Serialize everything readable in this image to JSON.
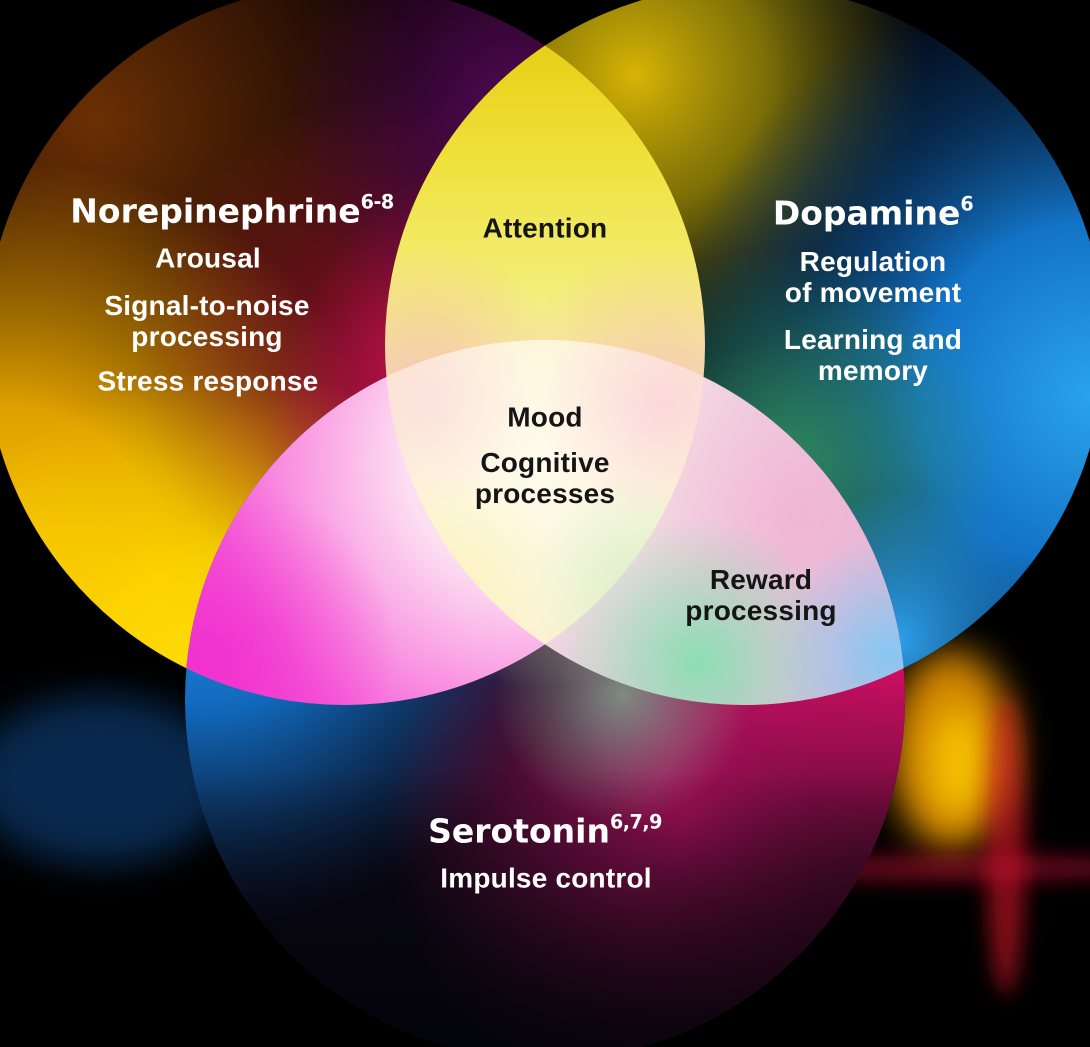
{
  "venn": {
    "background_color": "#000000",
    "text_dark": "#151515",
    "text_light": "#ffffff",
    "circles": [
      {
        "id": "norepinephrine",
        "title": "Norepinephrine",
        "superscript": "6-8",
        "items": [
          "Arousal",
          "Signal-to-noise\nprocessing",
          "Stress response"
        ],
        "colors": {
          "yellow": "#ffe40a",
          "gold": "#f7c400",
          "magenta": "#ee1673",
          "brown": "#6b3004",
          "purple": "#5a0a62"
        }
      },
      {
        "id": "dopamine",
        "title": "Dopamine",
        "superscript": "6",
        "items": [
          "Regulation\nof movement",
          "Learning and\nmemory"
        ],
        "colors": {
          "azure": "#2aa3ec",
          "navy": "#1373c6",
          "green": "#349460",
          "gold": "#d8b406"
        }
      },
      {
        "id": "serotonin",
        "title": "Serotonin",
        "superscript": "6,7,9",
        "items": [
          "Impulse control"
        ],
        "colors": {
          "azure": "#2b99ef",
          "crimson": "#e00f6a",
          "magenta": "#c11266",
          "cream": "#fff7ce"
        }
      }
    ],
    "overlaps": [
      {
        "id": "norepinephrine-dopamine",
        "label": "Attention",
        "color": "#f3ee7c"
      },
      {
        "id": "dopamine-serotonin",
        "label": "Reward\nprocessing",
        "color": "#eac8de"
      },
      {
        "id": "all-three",
        "items": [
          "Mood",
          "Cognitive\nprocesses"
        ],
        "color": "#fdf6da"
      }
    ]
  }
}
